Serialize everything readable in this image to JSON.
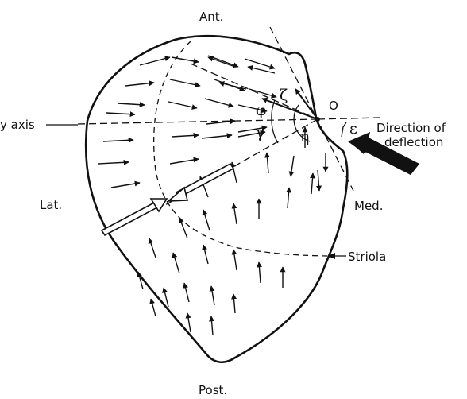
{
  "labels": {
    "anterior": "Ant.",
    "posterior": "Post.",
    "lateral": "Lat.",
    "medial": "Med.",
    "y_axis": "y axis",
    "striola": "Striola",
    "origin": "O",
    "direction_line1": "Direction of",
    "direction_line2": "deflection"
  },
  "greek": {
    "phi": "φ",
    "gamma": "γ",
    "zeta": "ζ",
    "eta": "η",
    "epsilon": "ε"
  },
  "colors": {
    "ink": "#111111",
    "background": "#ffffff"
  }
}
